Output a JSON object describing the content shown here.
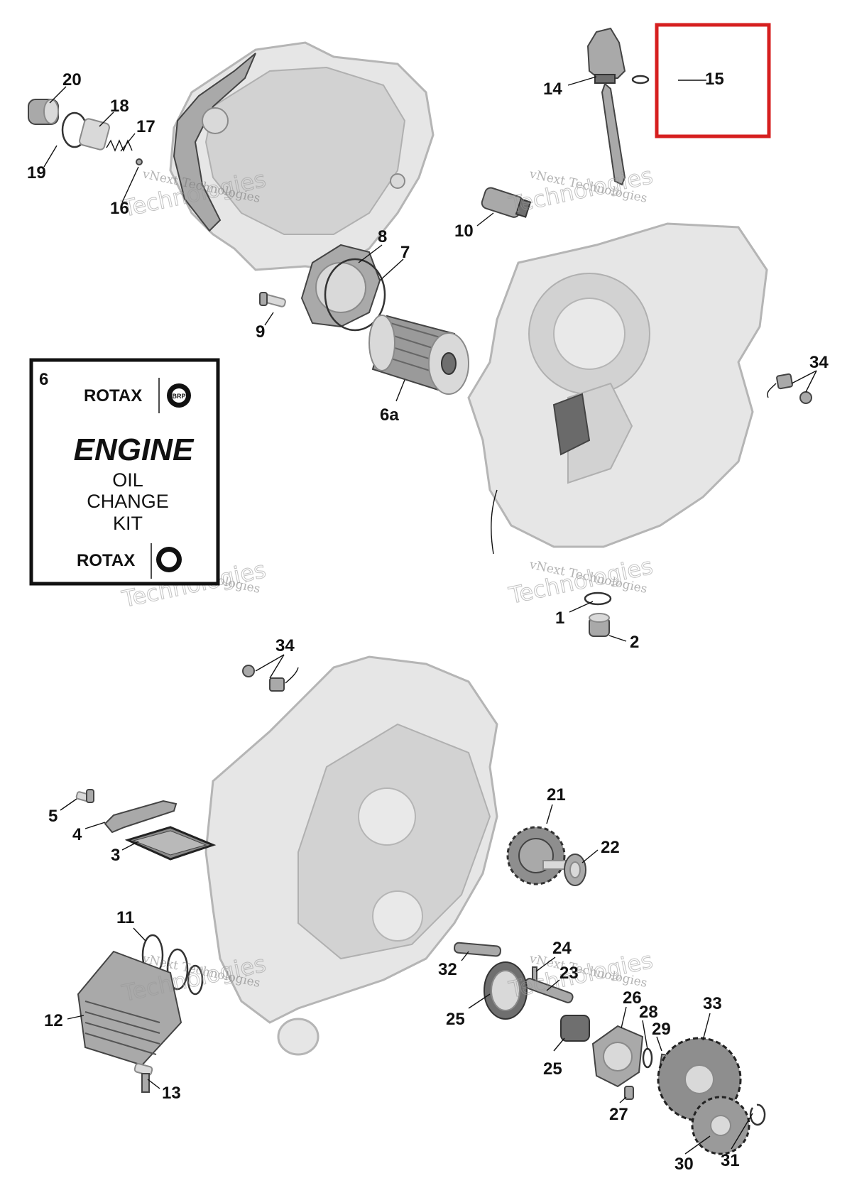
{
  "callouts": [
    {
      "id": "c20",
      "label": "20"
    },
    {
      "id": "c18",
      "label": "18"
    },
    {
      "id": "c17",
      "label": "17"
    },
    {
      "id": "c19",
      "label": "19"
    },
    {
      "id": "c16",
      "label": "16"
    },
    {
      "id": "c14",
      "label": "14"
    },
    {
      "id": "c15",
      "label": "15"
    },
    {
      "id": "c10",
      "label": "10"
    },
    {
      "id": "c8",
      "label": "8"
    },
    {
      "id": "c7",
      "label": "7"
    },
    {
      "id": "c9",
      "label": "9"
    },
    {
      "id": "c6a",
      "label": "6a"
    },
    {
      "id": "c34a",
      "label": "34"
    },
    {
      "id": "c1",
      "label": "1"
    },
    {
      "id": "c2",
      "label": "2"
    },
    {
      "id": "c34b",
      "label": "34"
    },
    {
      "id": "c5",
      "label": "5"
    },
    {
      "id": "c4",
      "label": "4"
    },
    {
      "id": "c3",
      "label": "3"
    },
    {
      "id": "c21",
      "label": "21"
    },
    {
      "id": "c22",
      "label": "22"
    },
    {
      "id": "c11",
      "label": "11"
    },
    {
      "id": "c12",
      "label": "12"
    },
    {
      "id": "c13",
      "label": "13"
    },
    {
      "id": "c24",
      "label": "24"
    },
    {
      "id": "c23",
      "label": "23"
    },
    {
      "id": "c32",
      "label": "32"
    },
    {
      "id": "c26",
      "label": "26"
    },
    {
      "id": "c28",
      "label": "28"
    },
    {
      "id": "c33",
      "label": "33"
    },
    {
      "id": "c29",
      "label": "29"
    },
    {
      "id": "c25a",
      "label": "25"
    },
    {
      "id": "c25b",
      "label": "25"
    },
    {
      "id": "c27",
      "label": "27"
    },
    {
      "id": "c30",
      "label": "30"
    },
    {
      "id": "c31",
      "label": "31"
    }
  ],
  "kit": {
    "number": "6",
    "brand": "ROTAX",
    "brand_bottom": "ROTAX",
    "brp_badge": "BRP",
    "title": "ENGINE",
    "line1": "OIL",
    "line2": "CHANGE",
    "line3": "KIT"
  },
  "watermark": {
    "line1": "vNext Technologies",
    "line2": "Technologies",
    "line3": "vNext"
  },
  "highlight_target": "15",
  "colors": {
    "highlight": "#d61f1f",
    "ink": "#111111",
    "part_fill": "#d9d9d9"
  }
}
